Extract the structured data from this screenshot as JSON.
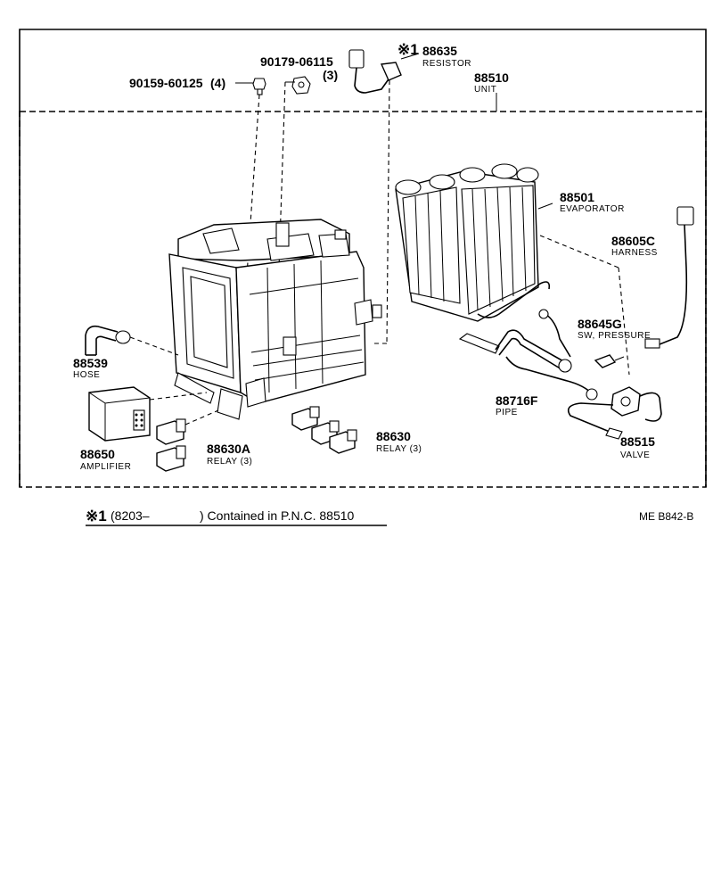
{
  "parts": {
    "bolt": {
      "number": "90159-60125",
      "qty": "(4)"
    },
    "nut": {
      "number": "90179-06115",
      "qty": "(3)"
    },
    "resistor": {
      "mark": "※1",
      "number": "88635",
      "name": "RESISTOR"
    },
    "unit": {
      "number": "88510",
      "name": "UNIT"
    },
    "evaporator": {
      "number": "88501",
      "name": "EVAPORATOR"
    },
    "harness": {
      "number": "88605C",
      "name": "HARNESS"
    },
    "pressure_switch": {
      "number": "88645G",
      "name": "SW, PRESSURE"
    },
    "hose": {
      "number": "88539",
      "name": "HOSE"
    },
    "amplifier": {
      "number": "88650",
      "name": "AMPLIFIER"
    },
    "relay_a": {
      "number": "88630A",
      "name": "RELAY (3)"
    },
    "relay": {
      "number": "88630",
      "name": "RELAY (3)"
    },
    "pipe": {
      "number": "88716F",
      "name": "PIPE"
    },
    "valve": {
      "number": "88515",
      "name": "VALVE"
    }
  },
  "footnote": {
    "mark": "※1",
    "range": "(8203–",
    "text": ") Contained in P.N.C. 88510"
  },
  "diagram_code": "ME  B842-B"
}
